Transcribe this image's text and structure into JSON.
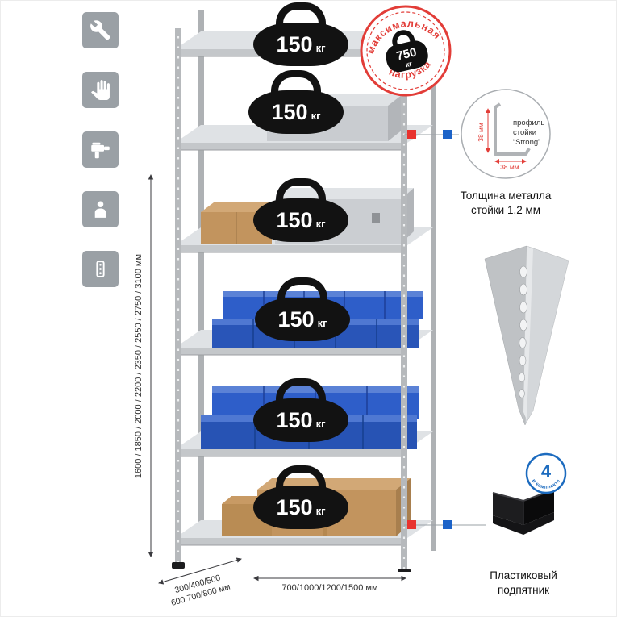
{
  "sidebar": {
    "icons": [
      {
        "name": "wrench"
      },
      {
        "name": "gloves"
      },
      {
        "name": "drill"
      },
      {
        "name": "person"
      },
      {
        "name": "perforated-profile"
      }
    ]
  },
  "rack": {
    "shelf_count": 6,
    "shelf_load_value": "150",
    "shelf_load_unit": "кг"
  },
  "stamp": {
    "arc_top": "максимальная",
    "arc_bottom": "нагрузка",
    "weight_value": "750",
    "weight_unit": "кг"
  },
  "profile_callout": {
    "line1": "профиль",
    "line2": "стойки",
    "line3": "“Strong”",
    "dim_vertical": "38 мм",
    "dim_horizontal": "38 мм.",
    "caption1": "Толщина металла",
    "caption2": "стойки 1,2 мм"
  },
  "foot_callout": {
    "badge_value": "4",
    "badge_arc": "в комплекте",
    "caption1": "Пластиковый",
    "caption2": "подпятник"
  },
  "dimensions": {
    "height": "1600 / 1850 / 2000 / 2200 / 2350 / 2550 / 2750 / 3100 мм",
    "depth_line1": "300/400/500",
    "depth_line2": "600/700/800 мм",
    "width": "700/1000/1200/1500 мм"
  },
  "colors": {
    "accent_red": "#e23d38",
    "accent_blue": "#1c6bbf",
    "marker_red": "#e8322e",
    "marker_blue": "#1c63c8",
    "icon_gray": "#9aa0a5",
    "bin_blue": "#2e5ec9",
    "box_tan": "#c2945e",
    "metal_gray": "#c4c7ca"
  }
}
